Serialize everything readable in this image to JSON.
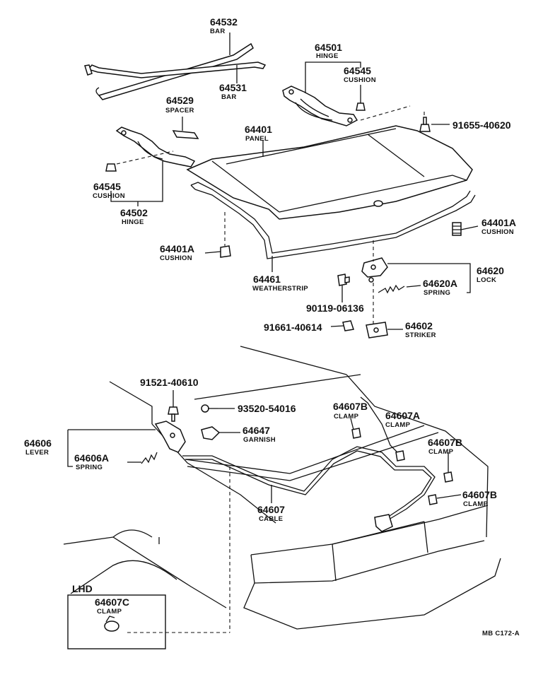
{
  "labels": {
    "p64532": {
      "num": "64532",
      "name": "BAR"
    },
    "p64531": {
      "num": "64531",
      "name": "BAR"
    },
    "p64501": {
      "num": "64501",
      "name": "HINGE"
    },
    "p64545a": {
      "num": "64545",
      "name": "CUSHION"
    },
    "p64529": {
      "num": "64529",
      "name": "SPACER"
    },
    "p64401": {
      "num": "64401",
      "name": "PANEL"
    },
    "p91655": {
      "num": "91655-40620",
      "name": ""
    },
    "p64545b": {
      "num": "64545",
      "name": "CUSHION"
    },
    "p64502": {
      "num": "64502",
      "name": "HINGE"
    },
    "p64401Aright": {
      "num": "64401A",
      "name": "CUSHION"
    },
    "p64401Aleft": {
      "num": "64401A",
      "name": "CUSHION"
    },
    "p64461": {
      "num": "64461",
      "name": "WEATHERSTRIP"
    },
    "p64620": {
      "num": "64620",
      "name": "LOCK"
    },
    "p64620A": {
      "num": "64620A",
      "name": "SPRING"
    },
    "p90119": {
      "num": "90119-06136",
      "name": ""
    },
    "p91661": {
      "num": "91661-40614",
      "name": ""
    },
    "p64602": {
      "num": "64602",
      "name": "STRIKER"
    },
    "p91521": {
      "num": "91521-40610",
      "name": ""
    },
    "p93520": {
      "num": "93520-54016",
      "name": ""
    },
    "p64607Bclamp1": {
      "num": "64607B",
      "name": "CLAMP"
    },
    "p64607A": {
      "num": "64607A",
      "name": "CLAMP"
    },
    "p64606": {
      "num": "64606",
      "name": "LEVER"
    },
    "p64647": {
      "num": "64647",
      "name": "GARNISH"
    },
    "p64607Bclamp2": {
      "num": "64607B",
      "name": "CLAMP"
    },
    "p64606A": {
      "num": "64606A",
      "name": "SPRING"
    },
    "p64607Bclamp3": {
      "num": "64607B",
      "name": "CLAMP"
    },
    "p64607": {
      "num": "64607",
      "name": "CABLE"
    },
    "p64607C": {
      "num": "64607C",
      "name": "CLAMP"
    }
  },
  "inset": {
    "title": "LHD"
  },
  "footer": {
    "code": "MB C172-A"
  }
}
